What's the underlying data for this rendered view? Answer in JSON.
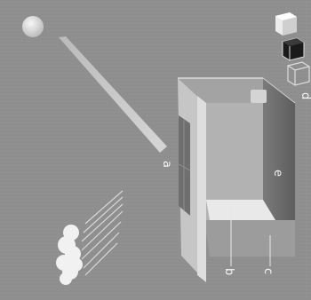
{
  "labels": {
    "a": "a",
    "b": "b",
    "c": "c",
    "d": "d",
    "e": "e"
  },
  "colors": {
    "background": "#8f8f8f",
    "sun": "#e2e2e2",
    "ray": "#c8c8c8",
    "box_wall": "#c9c9c9",
    "box_inner": "#a9a9a9",
    "box_shadow_wall": "#6a6a6a",
    "window": "#7d7d7d",
    "floor": "#e6e6e6",
    "cloud": "#f1f1f1",
    "rain": "#d6d6d6",
    "cube_light": "#e8e8e8",
    "cube_dark": "#1e1e1e",
    "cube_outline": "#dcdcdc"
  }
}
